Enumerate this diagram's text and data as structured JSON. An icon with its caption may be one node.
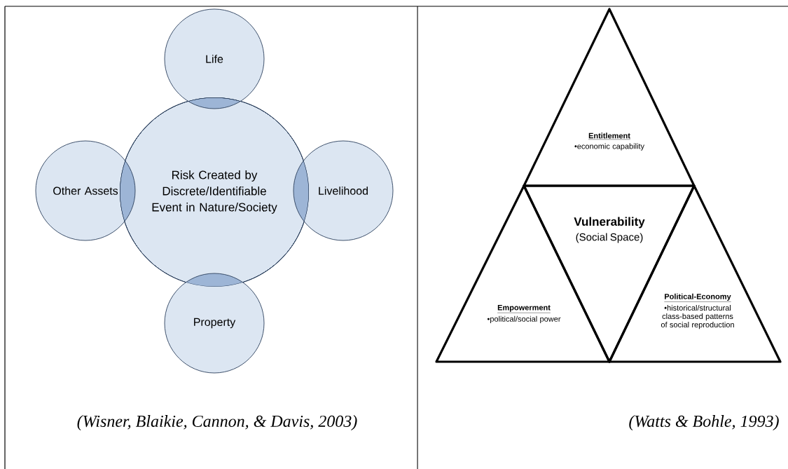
{
  "diagram": {
    "nodes": [
      {
        "text": [
          "Risk Created by Discrete/Identifiable Event in Nature/Society"
        ]
      },
      {
        "text": [
          "Life"
        ]
      },
      {
        "text": [
          "Other Assets"
        ]
      },
      {
        "text": [
          "Livelihood"
        ]
      },
      {
        "text": [
          "Property"
        ]
      },
      {
        "text": [
          "Entitlement",
          "•economic capability"
        ]
      },
      {
        "text": [
          "Vulnerability",
          "(Social Space)"
        ]
      },
      {
        "text": [
          "Empowerment",
          "•political/social power"
        ]
      },
      {
        "text": [
          "Political-Economy",
          "•historical/structural class-based patterns of social reproduction"
        ]
      }
    ],
    "edges": [],
    "labels": [
      "(Wisner, Blaikie, Cannon, & Davis, 2003)",
      "(Watts & Bohle, 1993)"
    ]
  }
}
